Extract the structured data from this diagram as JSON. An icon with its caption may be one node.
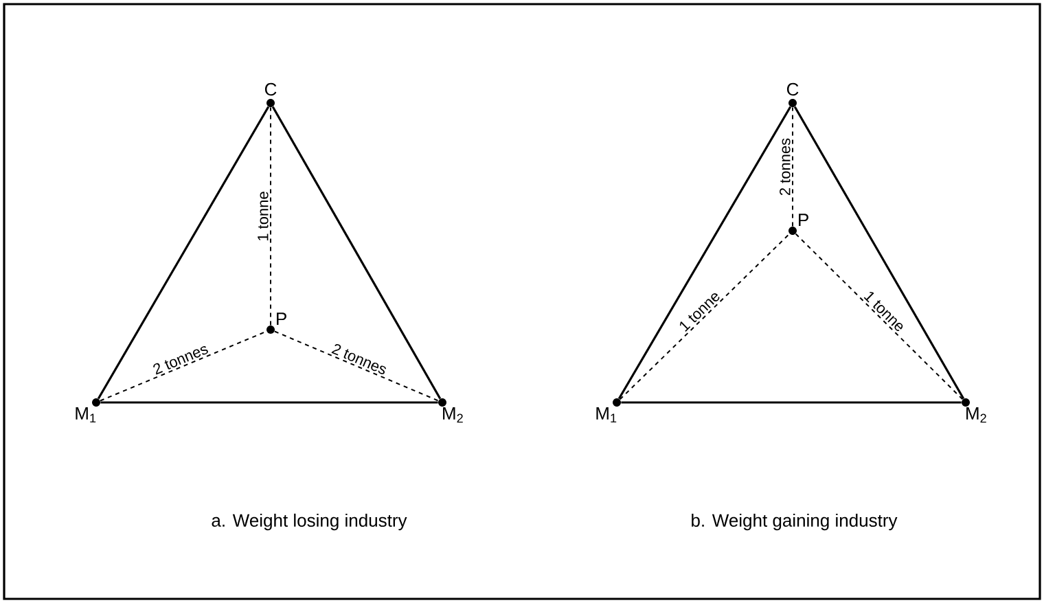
{
  "diagram": {
    "nodes": [
      {
        "text": [],
        "shape": "circle",
        "beside": [
          "C"
        ]
      },
      {
        "text": [],
        "shape": "circle",
        "beside": [
          "P"
        ]
      },
      {
        "text": [],
        "shape": "circle",
        "beside": [
          "M$_{1}$"
        ]
      },
      {
        "text": [],
        "shape": "circle",
        "beside": [
          "M$_{2}$"
        ]
      },
      {
        "text": [],
        "shape": "circle",
        "beside": [
          "C"
        ]
      },
      {
        "text": [],
        "shape": "circle",
        "beside": [
          "P"
        ]
      },
      {
        "text": [],
        "shape": "circle",
        "beside": [
          "M$_{1}$"
        ]
      },
      {
        "text": [],
        "shape": "circle",
        "beside": [
          "M$_{2}$"
        ]
      }
    ],
    "edges": [
      {
        "from": 0,
        "to": 2,
        "arrow": "none"
      },
      {
        "from": 0,
        "to": 3,
        "arrow": "none"
      },
      {
        "from": 2,
        "to": 3,
        "arrow": "none"
      },
      {
        "from": 1,
        "to": 0,
        "arrow": "none",
        "style": "dashed",
        "label": "1 tonne"
      },
      {
        "from": 2,
        "to": 1,
        "arrow": "none",
        "style": "dashed",
        "label": "2 tonnes"
      },
      {
        "from": 1,
        "to": 3,
        "arrow": "none",
        "style": "dashed",
        "label": "2 tonnes"
      },
      {
        "from": 4,
        "to": 6,
        "arrow": "none"
      },
      {
        "from": 4,
        "to": 7,
        "arrow": "none"
      },
      {
        "from": 6,
        "to": 7,
        "arrow": "none"
      },
      {
        "from": 5,
        "to": 4,
        "arrow": "none",
        "style": "dashed",
        "label": "2 tonnes"
      },
      {
        "from": 6,
        "to": 5,
        "arrow": "none",
        "style": "dashed",
        "label": "1 tonne"
      },
      {
        "from": 5,
        "to": 7,
        "arrow": "none",
        "style": "dashed",
        "label": "1 tonne"
      }
    ],
    "labels": [
      "a. Weight losing industry",
      "b. Weight gaining industry"
    ]
  }
}
